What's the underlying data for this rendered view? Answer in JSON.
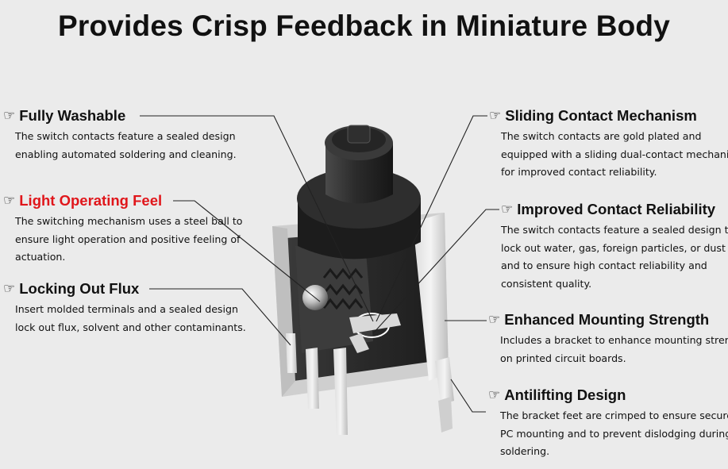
{
  "title": "Provides Crisp Feedback in Miniature Body",
  "icons": {
    "pointer": "pointing-hand-icon"
  },
  "colors": {
    "accent": "#e0161b",
    "background": "#ebebeb",
    "text": "#111111"
  },
  "callouts": [
    {
      "heading": "Fully Washable",
      "highlight": false,
      "lines": [
        "The switch contacts feature a sealed design",
        "enabling automated soldering and cleaning."
      ]
    },
    {
      "heading": "Light Operating Feel",
      "highlight": true,
      "lines": [
        "The switching mechanism uses a steel ball to",
        "ensure light operation and positive feeling of",
        "actuation."
      ]
    },
    {
      "heading": "Locking Out Flux",
      "highlight": false,
      "lines": [
        "Insert molded terminals and a sealed design",
        "lock out flux, solvent and other contaminants."
      ]
    },
    {
      "heading": "Sliding Contact Mechanism",
      "highlight": false,
      "lines": [
        "The switch contacts are gold plated and",
        "equipped with a sliding dual-contact mechanism",
        "for improved contact reliability."
      ]
    },
    {
      "heading": "Improved Contact Reliability",
      "highlight": false,
      "lines": [
        "The switch contacts feature a sealed design to",
        "lock out water, gas, foreign particles, or dust",
        "and to ensure high contact reliability and",
        "consistent quality."
      ]
    },
    {
      "heading": "Enhanced Mounting Strength",
      "highlight": false,
      "lines": [
        "Includes a bracket to enhance mounting strength",
        "on printed circuit boards."
      ]
    },
    {
      "heading": "Antilifting Design",
      "highlight": false,
      "lines": [
        "The bracket feet are crimped to ensure secure",
        "PC mounting and to prevent dislodging during",
        "soldering."
      ]
    }
  ]
}
